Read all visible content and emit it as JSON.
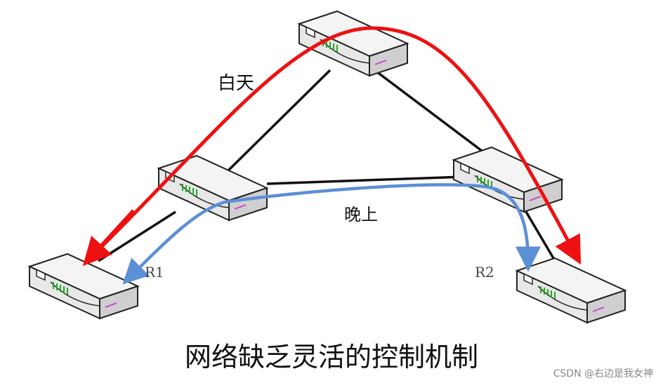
{
  "labels": {
    "day": "白天",
    "night": "晚上",
    "r1": "R1",
    "r2": "R2"
  },
  "caption": "网络缺乏灵活的控制机制",
  "watermark": "CSDN @右边是我女神",
  "colors": {
    "day_path": "#ee1111",
    "night_path": "#5b8fd6",
    "link": "#111111",
    "router_body": "#f2f2f2",
    "router_edge": "#222222",
    "led": "#22aa22"
  },
  "icons": [
    "router-icon"
  ]
}
